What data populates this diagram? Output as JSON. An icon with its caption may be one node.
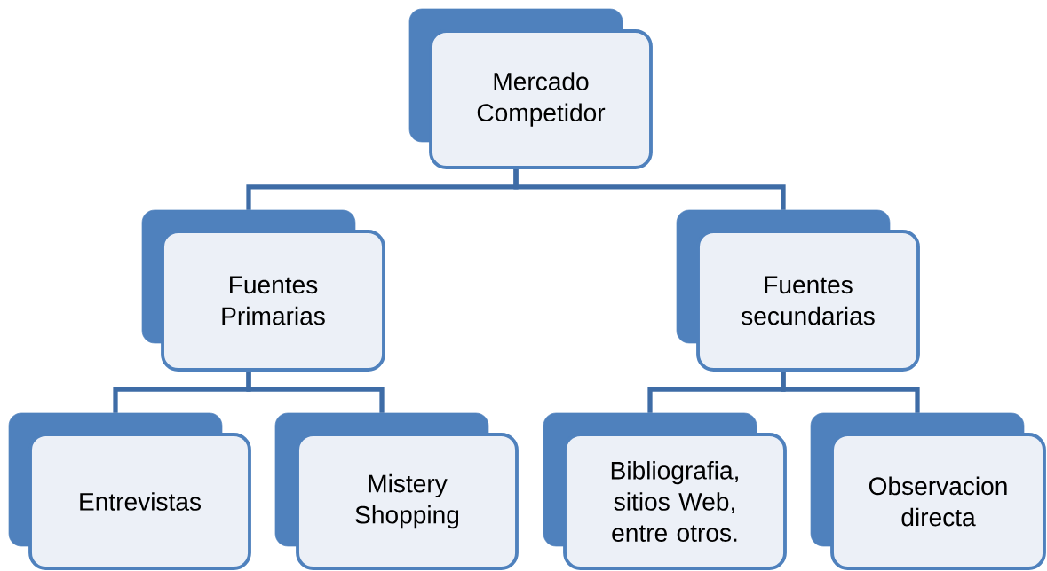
{
  "diagram": {
    "nodes": [
      {
        "text": [
          "Mercado Competidor"
        ]
      },
      {
        "text": [
          "Fuentes Primarias"
        ]
      },
      {
        "text": [
          "Fuentes secundarias"
        ]
      },
      {
        "text": [
          "Entrevistas"
        ]
      },
      {
        "text": [
          "Mistery Shopping"
        ]
      },
      {
        "text": [
          "Bibliografia, sitios Web, entre otros."
        ]
      },
      {
        "text": [
          "Observacion directa"
        ]
      }
    ],
    "edges": [
      {
        "from": 0,
        "to": 1,
        "arrow": "none"
      },
      {
        "from": 0,
        "to": 2,
        "arrow": "none"
      },
      {
        "from": 1,
        "to": 3,
        "arrow": "none"
      },
      {
        "from": 1,
        "to": 4,
        "arrow": "none"
      },
      {
        "from": 2,
        "to": 5,
        "arrow": "none"
      },
      {
        "from": 2,
        "to": 6,
        "arrow": "none"
      }
    ]
  }
}
